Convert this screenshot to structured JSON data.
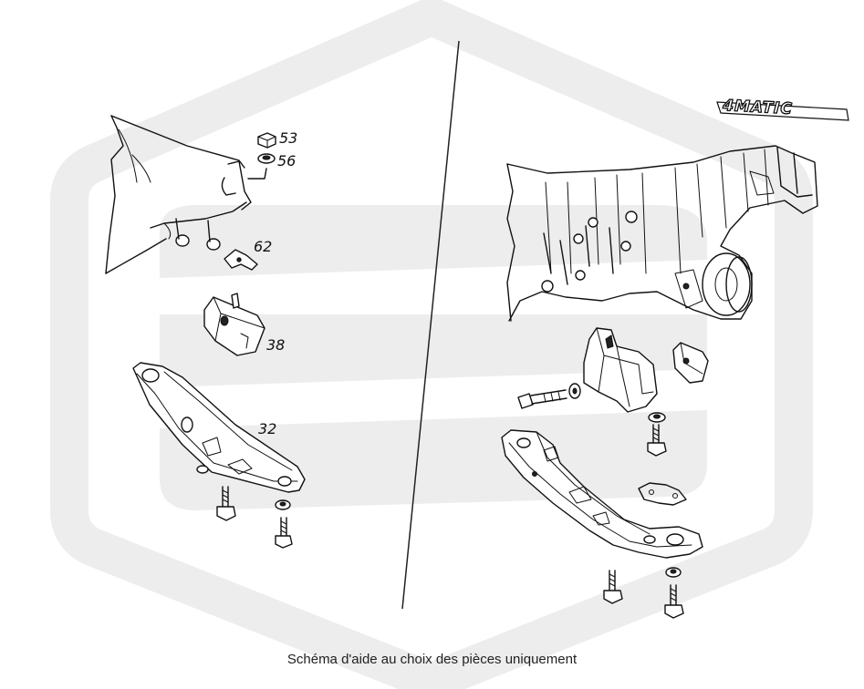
{
  "callouts": {
    "p53": "53",
    "p56": "56",
    "p62": "62",
    "p38": "38",
    "p32": "32"
  },
  "logo": {
    "text": "4MATIC"
  },
  "caption": "Schéma d'aide au choix des pièces uniquement",
  "colors": {
    "watermark": "#ececec",
    "line": "#111111",
    "background": "#ffffff"
  }
}
